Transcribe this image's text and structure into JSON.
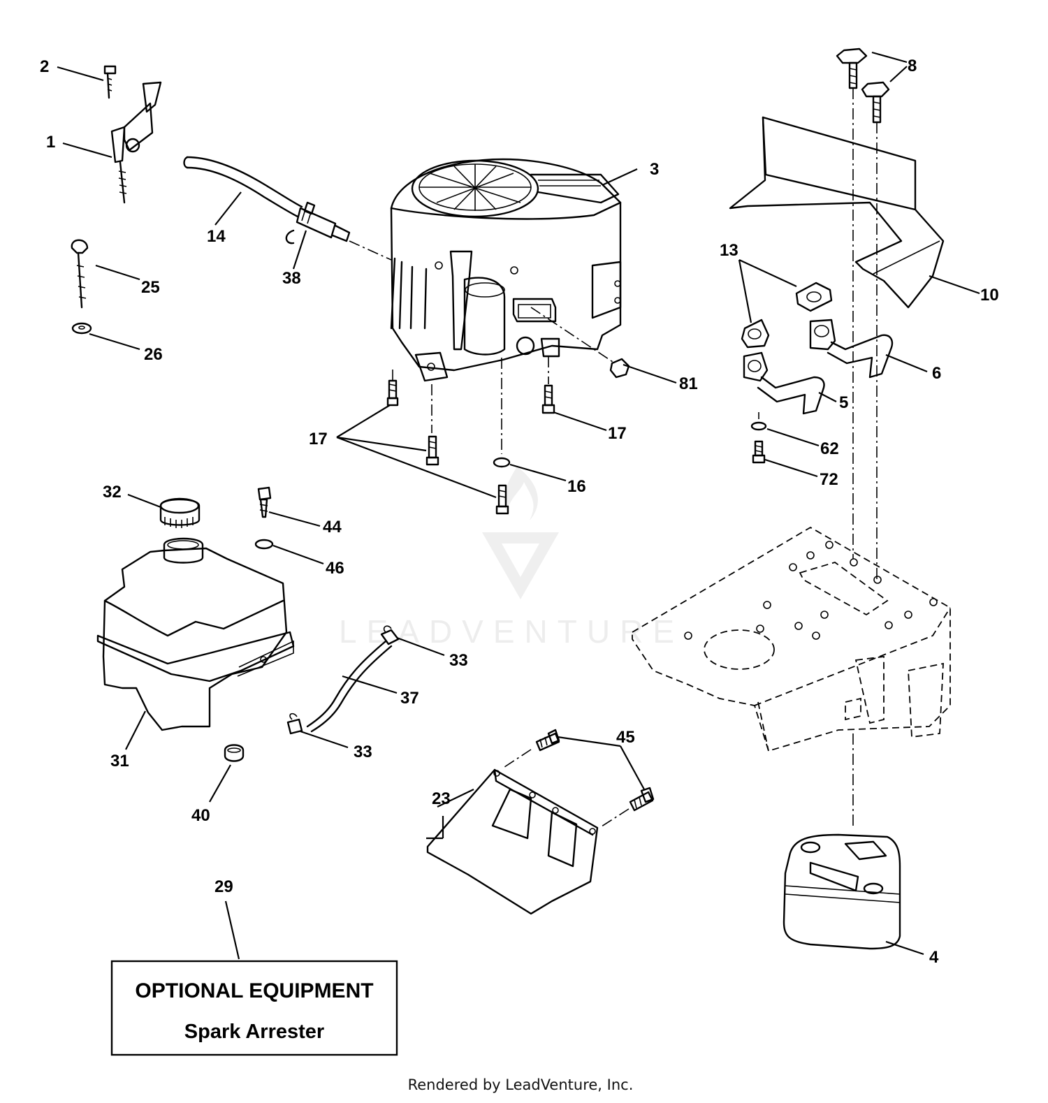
{
  "callouts": [
    "1",
    "2",
    "3",
    "4",
    "5",
    "6",
    "8",
    "10",
    "13",
    "14",
    "16",
    "17",
    "17",
    "23",
    "25",
    "26",
    "29",
    "31",
    "32",
    "33",
    "33",
    "37",
    "38",
    "40",
    "44",
    "45",
    "46",
    "62",
    "72",
    "81"
  ],
  "watermark": "LEADVENTURE",
  "optional_box": {
    "title": "OPTIONAL EQUIPMENT",
    "subtitle": "Spark Arrester"
  },
  "credit": "Rendered by LeadVenture, Inc."
}
